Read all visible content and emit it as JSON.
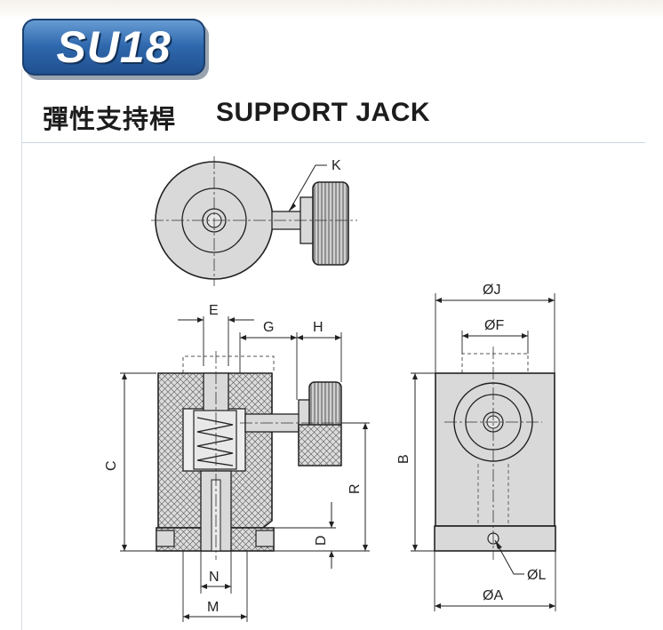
{
  "header": {
    "model_code": "SU18",
    "title_zh": "彈性支持桿",
    "title_en": "SUPPORT JACK"
  },
  "dimensions": {
    "K": "K",
    "E": "E",
    "G": "G",
    "H": "H",
    "C": "C",
    "R": "R",
    "D": "D",
    "N": "N",
    "M": "M",
    "J": "ØJ",
    "F": "ØF",
    "B": "B",
    "L": "ØL",
    "A": "ØA"
  },
  "colors": {
    "badge_blue": "#2f68ad",
    "body_gray": "#d9d9d9",
    "line": "#222222"
  }
}
